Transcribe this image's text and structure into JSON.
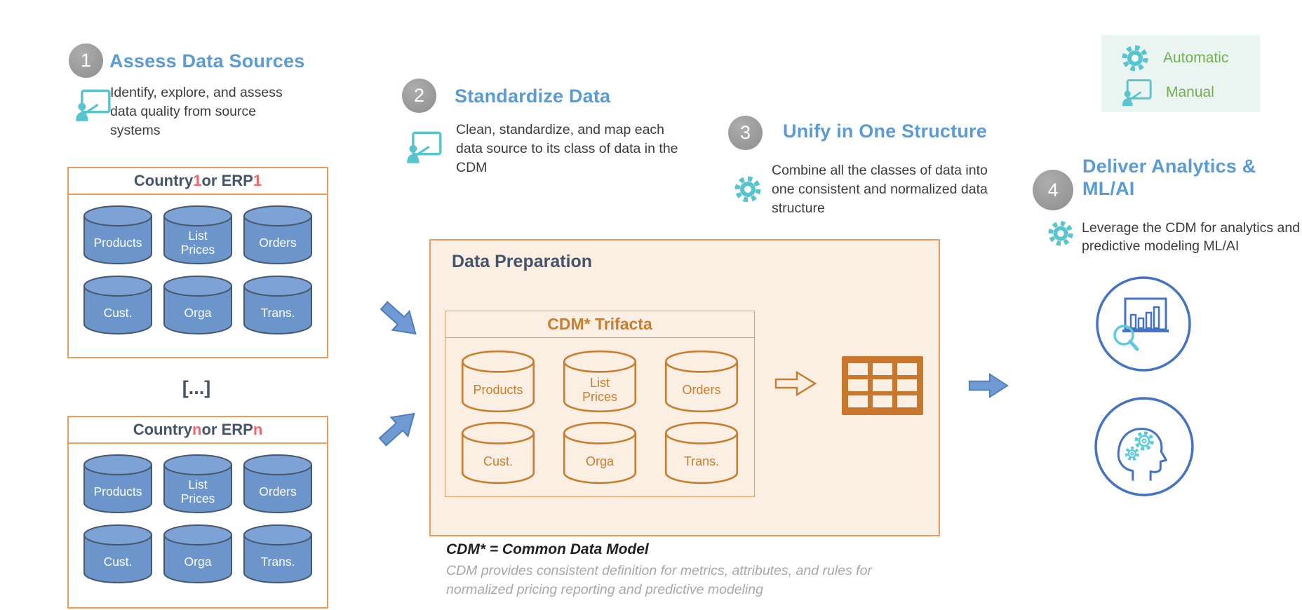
{
  "legend": {
    "items": [
      {
        "icon": "gear-icon",
        "label": "Automatic"
      },
      {
        "icon": "whiteboard-icon",
        "label": "Manual"
      }
    ]
  },
  "steps": [
    {
      "number": "1",
      "title": "Assess Data Sources",
      "description": "Identify, explore, and assess data quality from source systems",
      "mode": "manual"
    },
    {
      "number": "2",
      "title": "Standardize Data",
      "description": "Clean, standardize, and map each data source to its class of data in the CDM",
      "mode": "manual"
    },
    {
      "number": "3",
      "title": "Unify in One Structure",
      "description": "Combine all the classes of data into one consistent and normalized data structure",
      "mode": "automatic"
    },
    {
      "number": "4",
      "title": "Deliver Analytics & ML/AI",
      "description": "Leverage the CDM for analytics and predictive modeling ML/AI",
      "mode": "automatic"
    }
  ],
  "source_boxes": {
    "box1_title": {
      "prefix": "Country ",
      "num1": "1",
      "middle": " or ERP ",
      "num2": "1"
    },
    "boxn_title": {
      "prefix": "Country ",
      "num1": "n",
      "middle": " or ERP ",
      "num2": "n"
    },
    "ellipsis": "[...]",
    "cylinders": [
      "Products",
      "List Prices",
      "Orders",
      "Cust.",
      "Orga",
      "Trans."
    ]
  },
  "data_preparation": {
    "title": "Data Preparation",
    "inner_title": "CDM* Trifacta",
    "cylinders": [
      "Products",
      "List Prices",
      "Orders",
      "Cust.",
      "Orga",
      "Trans."
    ]
  },
  "footnote": {
    "bold": "CDM* = Common Data Model",
    "gray": "CDM provides consistent definition for metrics, attributes, and rules for normalized pricing reporting and predictive modeling"
  },
  "colors": {
    "accent_blue": "#5B9BD5",
    "navy": "#44546A",
    "text_dark": "#3B3B3B",
    "teal": "#58C4CE",
    "cyan": "#5BC9DF",
    "green": "#74AE4C",
    "legend_bg": "#EAF5F2",
    "orange_border": "#EE9C5D",
    "orange_text": "#C87E31",
    "orange_deep": "#C8772D",
    "peach_bg": "#FBEEE2",
    "cyl_blue": "#6C95CC",
    "cyl_blue_top": "#7CA2D6",
    "cyl_stroke": "#47586C",
    "arrow_blue": "#6F9AD3",
    "arrow_blue_stroke": "#4E7DBB",
    "circle_blue": "#4472C4",
    "red": "#F4666C",
    "footnote_gray": "#A8A8A8"
  }
}
